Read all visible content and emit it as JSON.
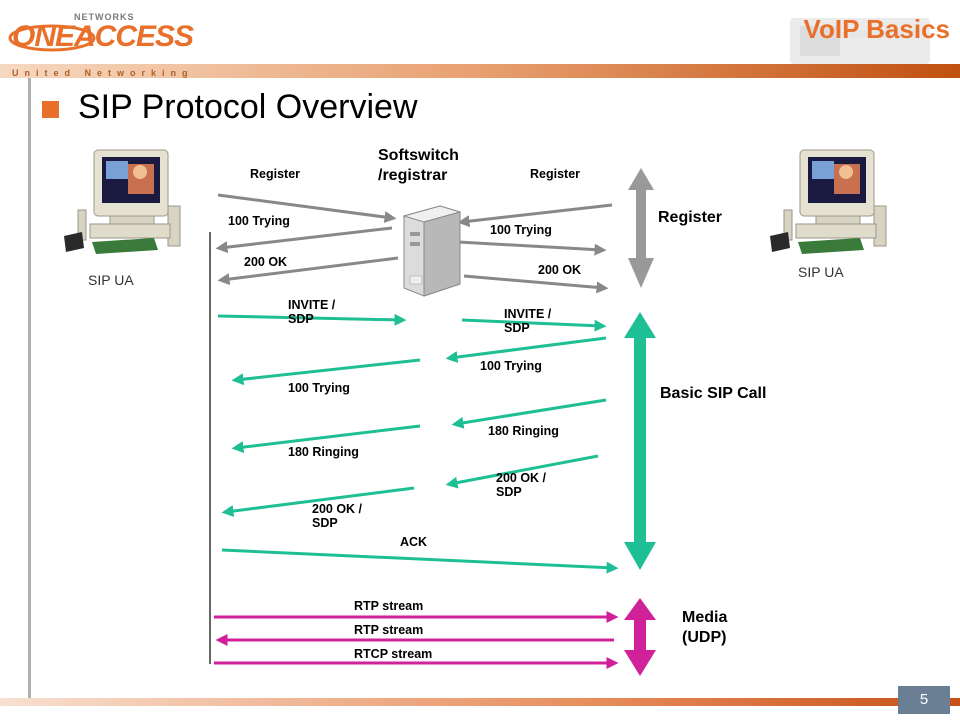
{
  "header": {
    "logo_top": "NETWORKS",
    "logo_main": "ONEACCESS",
    "tagline": "United Networking",
    "section": "VoIP Basics"
  },
  "slide": {
    "title": "SIP Protocol Overview",
    "page_number": "5"
  },
  "diagram": {
    "server_label": "Softswitch\n/registrar",
    "left_ua": "SIP UA",
    "right_ua": "SIP UA",
    "phases": {
      "register": "Register",
      "call": "Basic SIP Call",
      "media": "Media\n(UDP)"
    },
    "messages": {
      "reg_left": "Register",
      "reg_right": "Register",
      "trying_left": "100 Trying",
      "trying_right": "100 Trying",
      "ok_left": "200 OK",
      "ok_right": "200 OK",
      "invite_left": "INVITE /\nSDP",
      "invite_right": "INVITE /\nSDP",
      "call_trying_right": "100 Trying",
      "call_trying_left": "100 Trying",
      "ringing_right": "180 Ringing",
      "ringing_left": "180 Ringing",
      "call_ok_right": "200 OK /\nSDP",
      "call_ok_left": "200 OK /\nSDP",
      "ack": "ACK",
      "rtp1": "RTP stream",
      "rtp2": "RTP stream",
      "rtcp": "RTCP stream"
    },
    "colors": {
      "register_arrows": "#888888",
      "call_arrows": "#1fbf95",
      "media_arrows": "#d0209a",
      "accent": "#e8702a"
    }
  }
}
